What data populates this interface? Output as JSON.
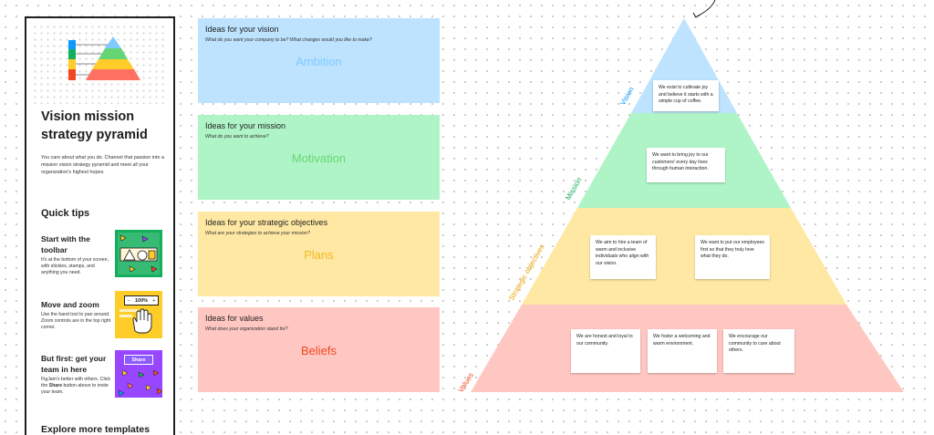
{
  "guide": {
    "title": "Vision mission strategy pyramid",
    "description": "You care about what you do. Channel that passion into a mission vision strategy pyramid and meet all your organization's highest hopes.",
    "quick_tips_heading": "Quick tips",
    "tips": [
      {
        "title": "Start with the toolbar",
        "text": "It's at the bottom of your screen, with stickies, stamps, and anything you need."
      },
      {
        "title": "Move and zoom",
        "text": "Use the hand tool to pan around. Zoom controls are in the top right corner.",
        "zoom_value": "100%",
        "zoom_minus": "−",
        "zoom_plus": "+"
      },
      {
        "title": "But first: get your team in here",
        "text_before": "FigJam's better with others. Click the ",
        "text_bold": "Share",
        "text_after": " button above to invite your team.",
        "share_label": "Share"
      }
    ],
    "more_heading": "Explore more templates"
  },
  "cards": [
    {
      "title": "Ideas for your vision",
      "subtitle": "What do you want your company to be? What changes would you like to make?",
      "big": "Ambition",
      "bg": "#bde3ff",
      "accent": "#80caff"
    },
    {
      "title": "Ideas for your mission",
      "subtitle": "What do you want to achieve?",
      "big": "Motivation",
      "bg": "#aff4c6",
      "accent": "#66d575"
    },
    {
      "title": "Ideas for your strategic objectives",
      "subtitle": "What are your strategies to achieve your mission?",
      "big": "Plans",
      "bg": "#ffe8a3",
      "accent": "#f3b821"
    },
    {
      "title": "Ideas for values",
      "subtitle": "What does your organization stand for?",
      "big": "Beliefs",
      "bg": "#ffc7c2",
      "accent": "#f24822"
    }
  ],
  "pyramid": {
    "tiers": [
      {
        "label": "Vision",
        "color": "#bde3ff",
        "label_color": "#0d99ff"
      },
      {
        "label": "Mission",
        "color": "#aff4c6",
        "label_color": "#14ae5c"
      },
      {
        "label": "Strategic objectives",
        "color": "#ffe8a3",
        "label_color": "#e8a302"
      },
      {
        "label": "Values",
        "color": "#ffc7c2",
        "label_color": "#f24822"
      }
    ],
    "notes": [
      "We exist to cultivate joy and believe it starts with a simple cup of coffee.",
      "We want to bring joy to our customers' every day lives through human interaction.",
      "We aim to hire a team of warm and inclusive individuals who align with our vision.",
      "We want to put our employees first so that they truly love what they do.",
      "We are honest and loyal to our community.",
      "We foster a welcoming and warm environment.",
      "We encourage our community to care about others."
    ]
  }
}
